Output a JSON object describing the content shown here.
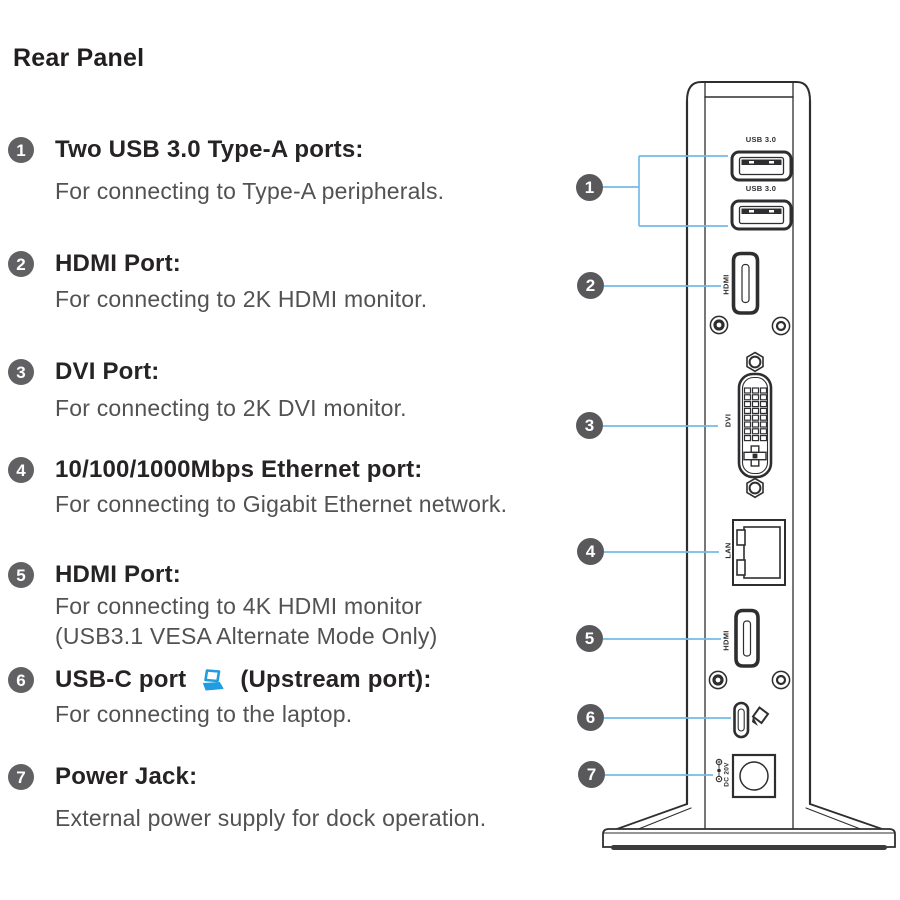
{
  "title": "Rear Panel",
  "items": [
    {
      "num": "1",
      "title": "Two USB 3.0 Type-A ports:",
      "desc": "For connecting to Type-A peripherals."
    },
    {
      "num": "2",
      "title": "HDMI Port:",
      "desc": "For connecting to 2K HDMI monitor."
    },
    {
      "num": "3",
      "title": "DVI Port:",
      "desc": "For connecting to 2K DVI monitor."
    },
    {
      "num": "4",
      "title": "10/100/1000Mbps Ethernet port:",
      "desc": "For connecting to Gigabit Ethernet network."
    },
    {
      "num": "5",
      "title": "HDMI Port:",
      "desc": "For connecting to 4K HDMI monitor",
      "desc2": "(USB3.1 VESA Alternate Mode Only)"
    },
    {
      "num": "6",
      "title": "USB-C port",
      "title_suffix": "(Upstream port):",
      "desc": "For connecting to the laptop."
    },
    {
      "num": "7",
      "title": "Power Jack:",
      "desc": "External power supply for dock operation."
    }
  ],
  "diagram": {
    "device": "docking-station-rear-panel",
    "port_labels": {
      "usb_top": "USB 3.0",
      "usb_bottom": "USB 3.0",
      "hdmi_2k": "HDMI",
      "dvi": "DVI",
      "lan": "LAN",
      "hdmi_4k": "HDMI",
      "power": "DC 20V"
    }
  },
  "colors": {
    "callout_line_blue": "#74b9e7",
    "badge_gray": "#5d5d5f",
    "laptop_icon_blue": "#1f9ce2",
    "line_art_dark": "#2e2e30"
  }
}
